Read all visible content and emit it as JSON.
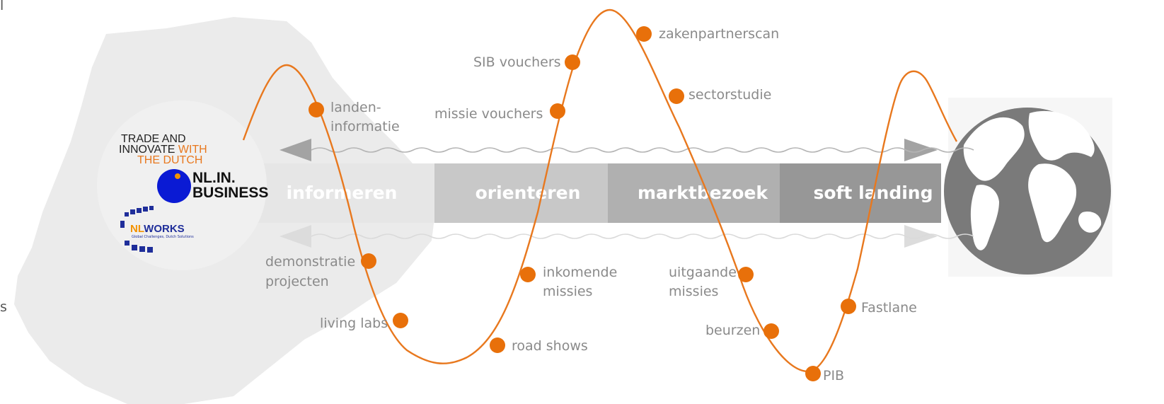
{
  "colors": {
    "curve": "#e8781e",
    "marker": "#e8700a",
    "label": "#8a8a8a",
    "arrow": "#a3a3a3",
    "phase_informeren": "#e6e6e6",
    "phase_orienteren": "#c8c8c8",
    "phase_marktbezoek": "#b0b0b0",
    "phase_soft_landing": "#979797",
    "map": "#ebebeb",
    "globe": "#7a7a7a"
  },
  "logos": {
    "trade_line1": "TRADE AND",
    "trade_line2_a": "INNOVATE ",
    "trade_line2_b": "WITH",
    "trade_line3": "THE DUTCH",
    "nl_in_business_line1": "NL.IN.",
    "nl_in_business_line2": "BUSINESS",
    "nlworks_nl": "NL",
    "nlworks_works": "WORKS",
    "nlworks_tagline": "Global Challenges, Dutch Solutions"
  },
  "phases": [
    {
      "label": "informeren"
    },
    {
      "label": "orienteren"
    },
    {
      "label": "marktbezoek"
    },
    {
      "label": "soft landing"
    }
  ],
  "instruments": {
    "landen_1": "landen-",
    "landen_2": "informatie",
    "missie_vouchers": "missie vouchers",
    "sib_vouchers": "SIB vouchers",
    "zakenpartnerscan": "zakenpartnerscan",
    "sectorstudie": "sectorstudie",
    "demonstratie_1": "demonstratie",
    "demonstratie_2": "projecten",
    "living_labs": "living labs",
    "road_shows": "road shows",
    "inkomende_1": "inkomende",
    "inkomende_2": "missies",
    "uitgaande_1": "uitgaande",
    "uitgaande_2": "missies",
    "beurzen": "beurzen",
    "pib": "PIB",
    "fastlane": "Fastlane"
  },
  "edge_fragments": {
    "top_left": "l",
    "bottom_left": "s"
  }
}
